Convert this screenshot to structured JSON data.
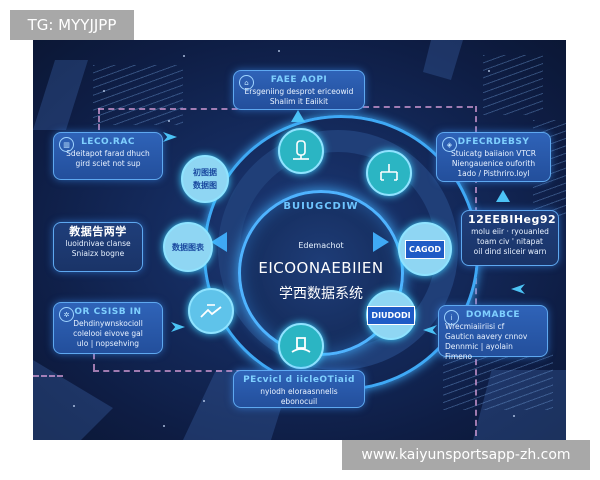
{
  "watermarks": {
    "top_left": "TG: MYYJJPP",
    "bottom_right": "www.kaiyunsportsapp-zh.com"
  },
  "hub": {
    "arc_text": "BUIUGCDIW",
    "subtitle": "Edemachot",
    "title": "EICOONAEBIIEN",
    "title_cn": "学西数据系统"
  },
  "nodes": [
    {
      "id": "top",
      "icon": "trophy-figure-icon"
    },
    {
      "id": "top-right",
      "icon": "bracket-tree-icon"
    },
    {
      "id": "right",
      "label": "CAGOD"
    },
    {
      "id": "bottom-right",
      "label": "DIUDODI"
    },
    {
      "id": "bottom",
      "icon": "podium-icon"
    },
    {
      "id": "bottom-left",
      "icon": "trend-line-icon"
    },
    {
      "id": "left",
      "label": "数据图表"
    },
    {
      "id": "top-left",
      "label": "初图据\n数据图"
    }
  ],
  "cards": {
    "top": {
      "icon": "trophy-icon",
      "title": "FAEE AOPI",
      "lines": [
        "Ersgeniing desprot ericeowid",
        "Shalim it Eaiikit"
      ]
    },
    "top_left": {
      "icon": "chart-icon",
      "title": "LECO.RAC",
      "lines": [
        "Sdeitapot farad dhuch",
        "gird sciet not sup"
      ]
    },
    "top_right": {
      "icon": "badge-icon",
      "title": "DFECRDEBSY",
      "lines": [
        "Stuicatg baiiaion VTCR",
        "Niengauenice ouforith",
        "1ado / Pisthriro.loyl"
      ]
    },
    "mid_left": {
      "title": "教据告两学",
      "lines": [
        "luoidnivae clanse",
        "Sniaizx bogne"
      ]
    },
    "mid_right": {
      "title": "12EEBIHeg92",
      "lines": [
        "molu eiir · ryouanled",
        "toam civ ' nitapat",
        "oil dind sliceir warn"
      ]
    },
    "bottom_left": {
      "icon": "network-icon",
      "title": "OR CSISB IN",
      "lines": [
        "Dehdinywnskocioll",
        "colelooi eivove gal",
        "ulo | nopsehving"
      ]
    },
    "bottom_right": {
      "icon": "info-icon",
      "title": "DOMABCE",
      "lines": [
        "Wrecmiaiiriisi cf",
        "Gauticn aavery cnnov",
        "Dennmic | ayolain",
        "Fimeno"
      ]
    },
    "bottom": {
      "title": "PEcvicl d iicleOTiaid",
      "lines": [
        "nyiodh eloraasnnelis",
        "ebonocuil"
      ]
    }
  },
  "colors": {
    "background": "#142a5c",
    "accent_blue": "#3fa9f5",
    "teal": "#2bb5c3",
    "card_blue": "#2a5aac",
    "dashed_pink": "#d19ad4",
    "watermark_gray": "#a8a8a8"
  }
}
